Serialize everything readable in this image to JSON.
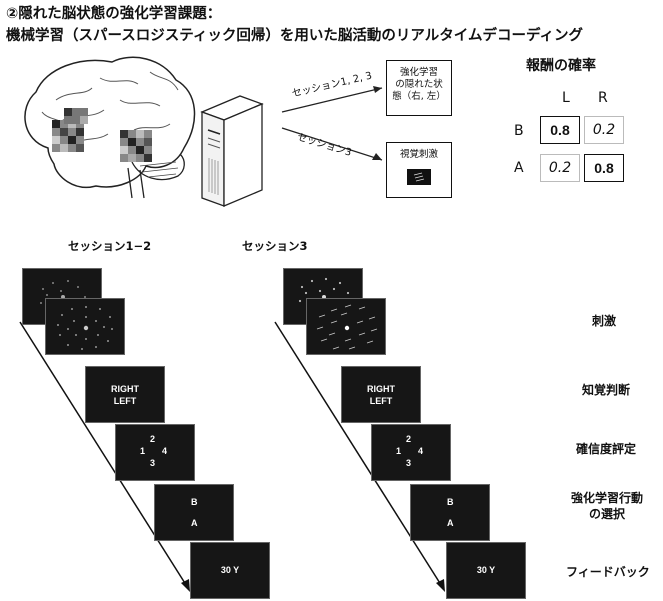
{
  "title": {
    "line1": "②隠れた脳状態の強化学習課題：",
    "line2": "機械学習（スパースロジスティック回帰）を用いた脳活動のリアルタイムデコーディング"
  },
  "flow": {
    "session_123_label": "セッション1, 2, 3",
    "session_3_label": "セッション3",
    "hidden_state_box": [
      "強化学習",
      "の隠れた状",
      "態（右, 左）"
    ],
    "visual_stim_box": "視覚刺激"
  },
  "reward": {
    "title": "報酬の確率",
    "col_headers": [
      "L",
      "R"
    ],
    "rows": [
      {
        "label": "B",
        "values": [
          "0.8",
          "0.2"
        ]
      },
      {
        "label": "A",
        "values": [
          "0.2",
          "0.8"
        ]
      }
    ]
  },
  "columns": {
    "left_header": "セッション1−2",
    "right_header": "セッション3"
  },
  "screens": {
    "decision": [
      "RIGHT",
      "LEFT"
    ],
    "confidence": [
      "2",
      "1",
      "3",
      "4",
      "3"
    ],
    "choice": [
      "B",
      "A"
    ],
    "feedback": "30 Y"
  },
  "stages": [
    "刺激",
    "知覚判断",
    "確信度評定",
    "強化学習行動",
    "の選択",
    "フィードバック"
  ],
  "colors": {
    "screen_bg": "#161616",
    "ink": "#111111"
  }
}
